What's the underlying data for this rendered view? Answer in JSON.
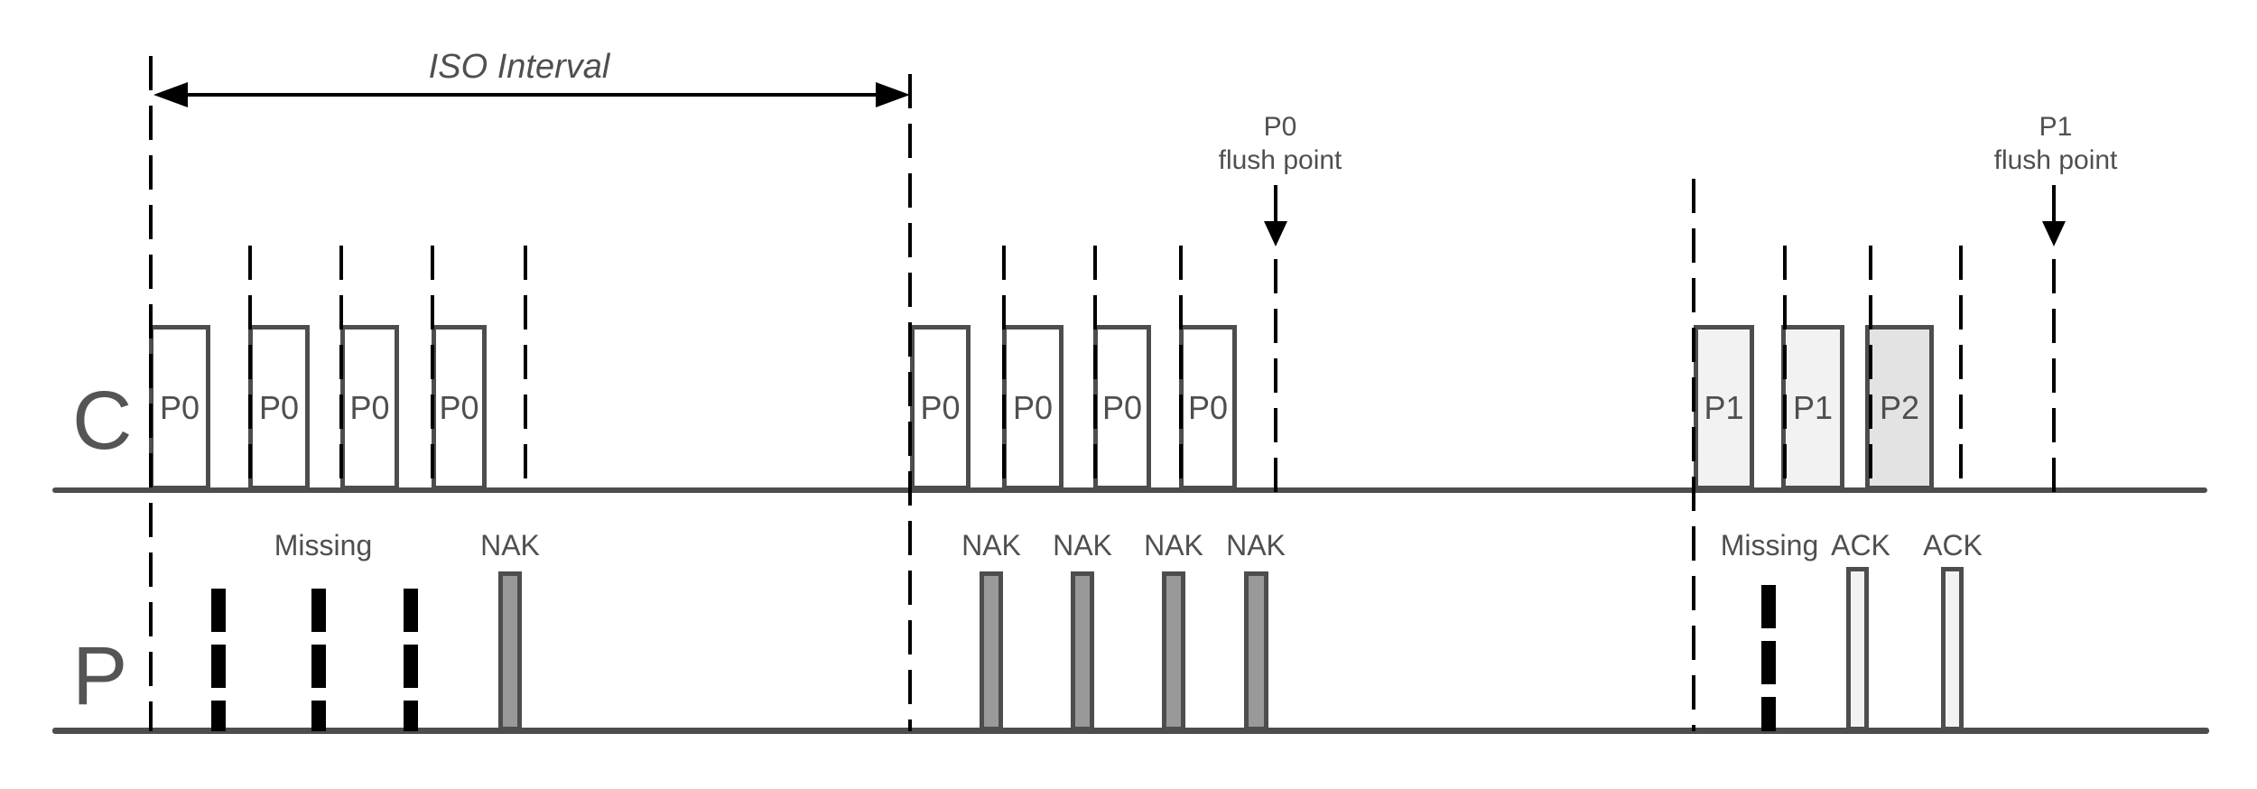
{
  "diagram": {
    "iso_interval_label": "ISO Interval",
    "lanes": {
      "central": "C",
      "peripheral": "P"
    },
    "flush_points": [
      {
        "title": "P0",
        "subtitle": "flush point"
      },
      {
        "title": "P1",
        "subtitle": "flush point"
      }
    ],
    "groups": [
      {
        "packets": [
          "P0",
          "P0",
          "P0",
          "P0"
        ],
        "responses": [
          "Missing",
          "NAK"
        ]
      },
      {
        "packets": [
          "P0",
          "P0",
          "P0",
          "P0"
        ],
        "responses": [
          "NAK",
          "NAK",
          "NAK",
          "NAK"
        ]
      },
      {
        "packets": [
          "P1",
          "P1",
          "P2"
        ],
        "responses": [
          "Missing",
          "ACK",
          "ACK"
        ]
      }
    ],
    "colors": {
      "stroke": "#4d4d4d",
      "text": "#4f4f4f",
      "dashed_line": "#000000",
      "p0_fill": "#ffffff",
      "p1_fill": "#f2f2f2",
      "p2_fill": "#e3e3e3",
      "nak_fill": "#999999",
      "ack_fill": "#f2f2f2"
    }
  }
}
